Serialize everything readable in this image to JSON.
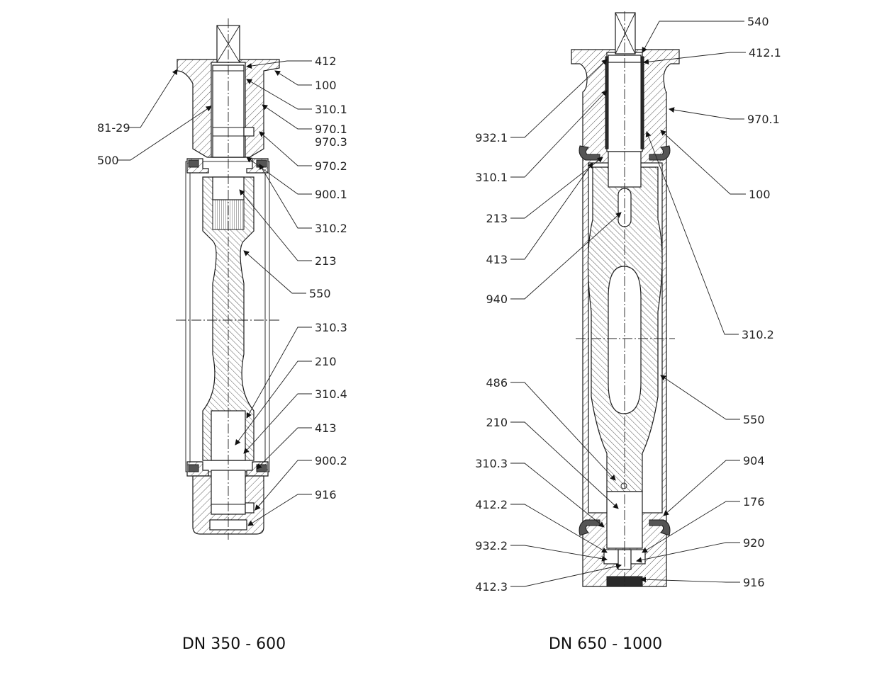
{
  "figures": [
    {
      "caption": "DN 350 - 600",
      "labels": [
        {
          "text": "412"
        },
        {
          "text": "100"
        },
        {
          "text": "310.1"
        },
        {
          "text": "970.1"
        },
        {
          "text": "970.3"
        },
        {
          "text": "970.2"
        },
        {
          "text": "900.1"
        },
        {
          "text": "310.2"
        },
        {
          "text": "213"
        },
        {
          "text": "550"
        },
        {
          "text": "310.3"
        },
        {
          "text": "210"
        },
        {
          "text": "310.4"
        },
        {
          "text": "413"
        },
        {
          "text": "900.2"
        },
        {
          "text": "916"
        },
        {
          "text": "81-29"
        },
        {
          "text": "500"
        }
      ]
    },
    {
      "caption": "DN 650 - 1000",
      "labels": [
        {
          "text": "540"
        },
        {
          "text": "412.1"
        },
        {
          "text": "970.1"
        },
        {
          "text": "100"
        },
        {
          "text": "310.2"
        },
        {
          "text": "550"
        },
        {
          "text": "904"
        },
        {
          "text": "176"
        },
        {
          "text": "920"
        },
        {
          "text": "916"
        },
        {
          "text": "932.1"
        },
        {
          "text": "310.1"
        },
        {
          "text": "213"
        },
        {
          "text": "413"
        },
        {
          "text": "940"
        },
        {
          "text": "486"
        },
        {
          "text": "210"
        },
        {
          "text": "310.3"
        },
        {
          "text": "412.2"
        },
        {
          "text": "932.2"
        },
        {
          "text": "412.3"
        }
      ]
    }
  ]
}
